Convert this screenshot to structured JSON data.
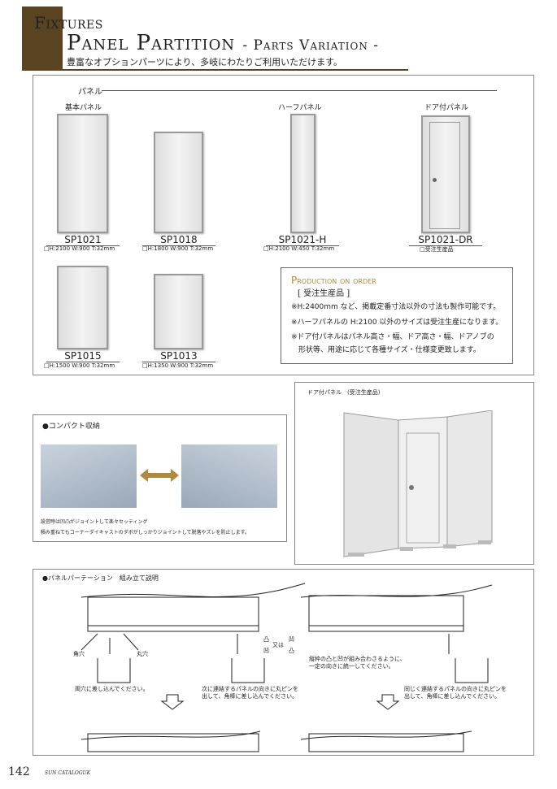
{
  "header": {
    "category": "Fixtures",
    "title": "Panel Partition",
    "subtitle_en": "- Parts Variation -",
    "subtitle_jp": "豊富なオプションパーツにより、多岐にわたりご利用いただけます。"
  },
  "panels": {
    "section_label": "パネル",
    "group_basic": "基本パネル",
    "group_half": "ハーフパネル",
    "group_door": "ドア付パネル",
    "items": [
      {
        "code": "SP1021",
        "spec": "□H:2100 W:900 T:32mm"
      },
      {
        "code": "SP1018",
        "spec": "□H:1800 W:900 T:32mm"
      },
      {
        "code": "SP1021-H",
        "spec": "□H:2100 W:450 T:32mm"
      },
      {
        "code": "SP1021-DR",
        "spec": "□受注生産品"
      },
      {
        "code": "SP1015",
        "spec": "□H:1500 W:900 T:32mm"
      },
      {
        "code": "SP1013",
        "spec": "□H:1350 W:900 T:32mm"
      }
    ]
  },
  "production": {
    "title": "Production on order",
    "subtitle": "[ 受注生産品 ]",
    "notes": [
      "※H:2400mm など、掲載定番寸法以外の寸法も製作可能です。",
      "※ハーフパネルの H:2100 以外のサイズは受注生産になります。",
      "※ドア付パネルはパネル高さ・幅、ドア高さ・幅、ドアノブの",
      "　形状等、用途に応じて各種サイズ・仕様変更致します。"
    ]
  },
  "compact": {
    "title": "●コンパクト収納",
    "line1": "設営時は凹凸がジョイントして楽々セッティング",
    "line2": "積み重ねてもコーナーダイキャストのダボがしっかりジョイントして脱落やズレを防止します。"
  },
  "door_photo": {
    "caption": "ドア付パネル　(受注生産品)"
  },
  "assembly": {
    "title": "●パネルパーテーション　組み立て説明",
    "square_hole": "角穴",
    "round_hole": "丸穴",
    "convex": "凸",
    "concave": "凹",
    "or": "又は",
    "step1": "両穴に差し込んでください。",
    "step2a": "次に連結するパネルの向きに丸ピンを",
    "step2b": "出して、角棒に差し込んでください。",
    "note1": "縦枠の凸と凹が組み合わさるように、",
    "note2": "一定の向きに統一してください。",
    "step3a": "同じく連結するパネルの向きに丸ピンを",
    "step3b": "出して、角棒に差し込んでください。"
  },
  "footer": {
    "page": "142",
    "catalog": "SUN CATALOGUK"
  },
  "colors": {
    "brand": "#5a4321",
    "accent": "#b08a3a"
  }
}
